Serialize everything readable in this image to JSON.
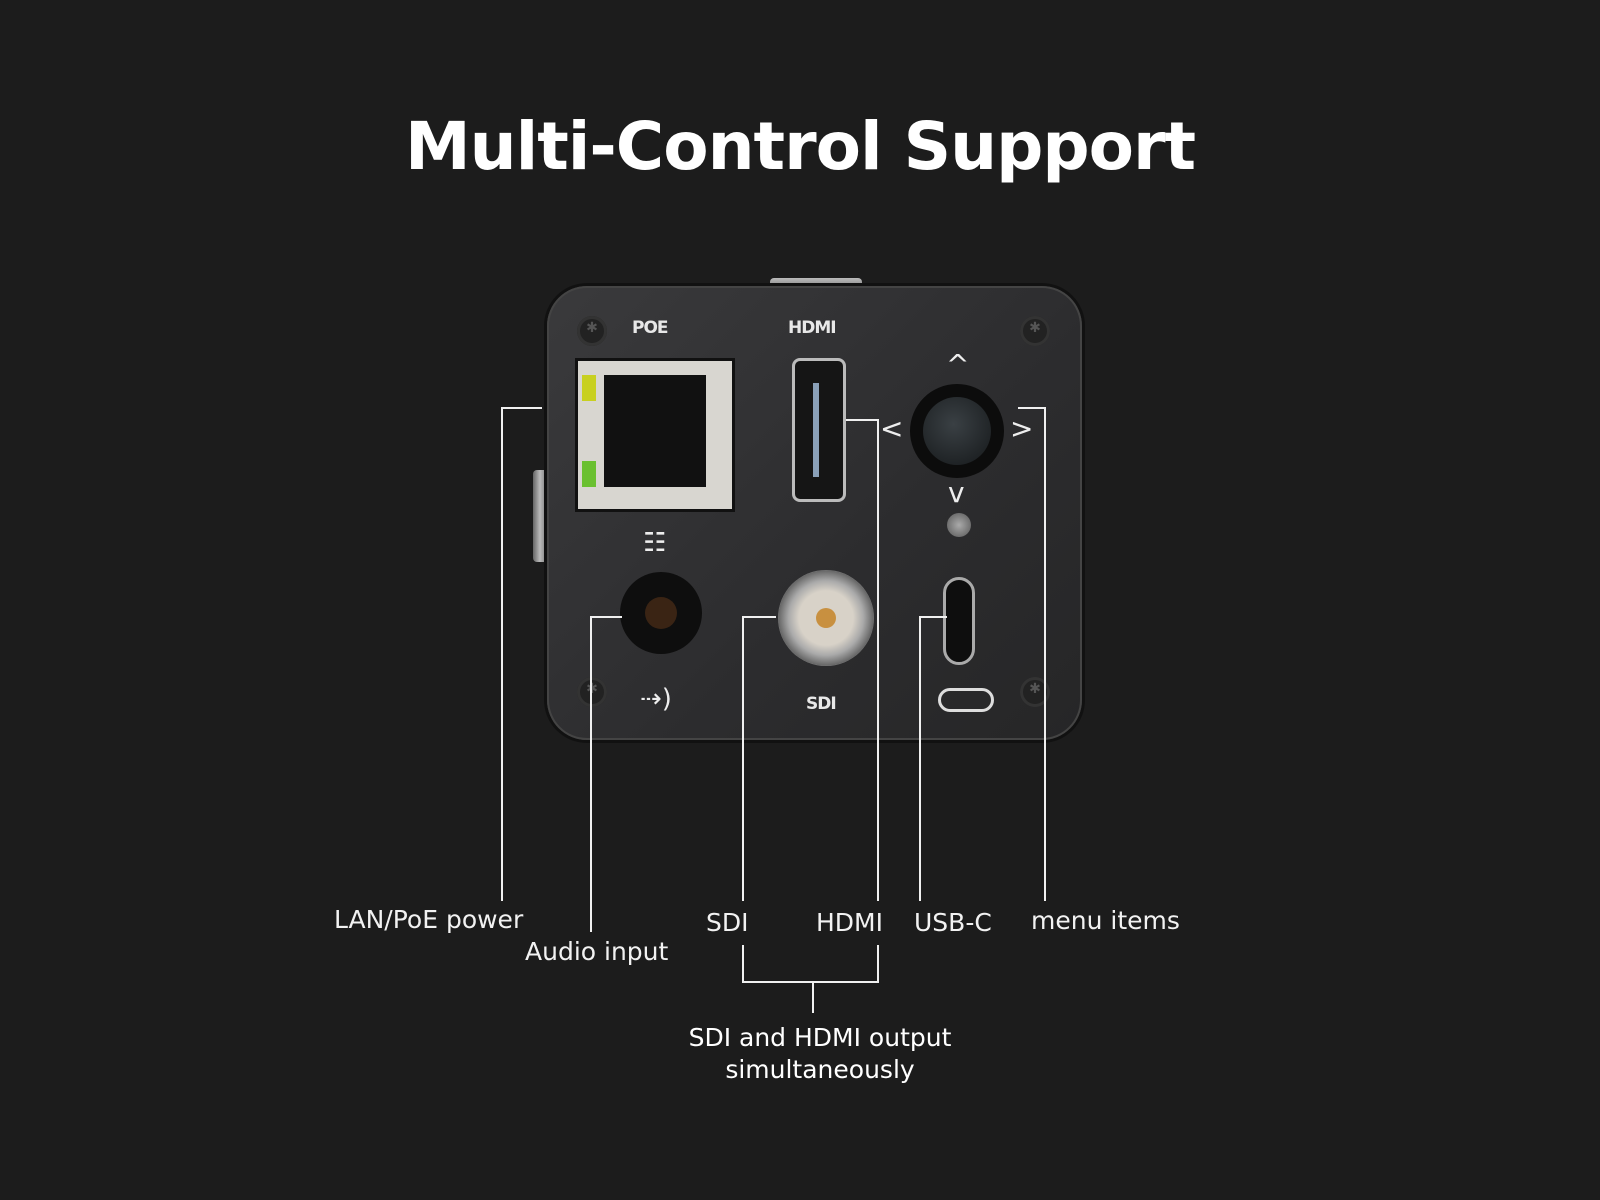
{
  "title": "Multi-Control Support",
  "panel_labels": {
    "poe": "POE",
    "hdmi": "HDMI",
    "sdi": "SDI"
  },
  "callouts": {
    "lan": "LAN/PoE power",
    "audio": "Audio input",
    "sdi": "SDI",
    "hdmi": "HDMI",
    "usbc": "USB-C",
    "menu": "menu items"
  },
  "group_note": {
    "line1": "SDI and HDMI output",
    "line2": "simultaneously"
  },
  "icons": {
    "arrows": [
      "^",
      "<",
      ">",
      "v"
    ],
    "network": "network-icon",
    "audio": "audio-in-icon",
    "usbc": "usb-c-icon"
  },
  "colors": {
    "background": "#1c1c1c",
    "text": "#ffffff",
    "panel": "#2e2e30"
  }
}
